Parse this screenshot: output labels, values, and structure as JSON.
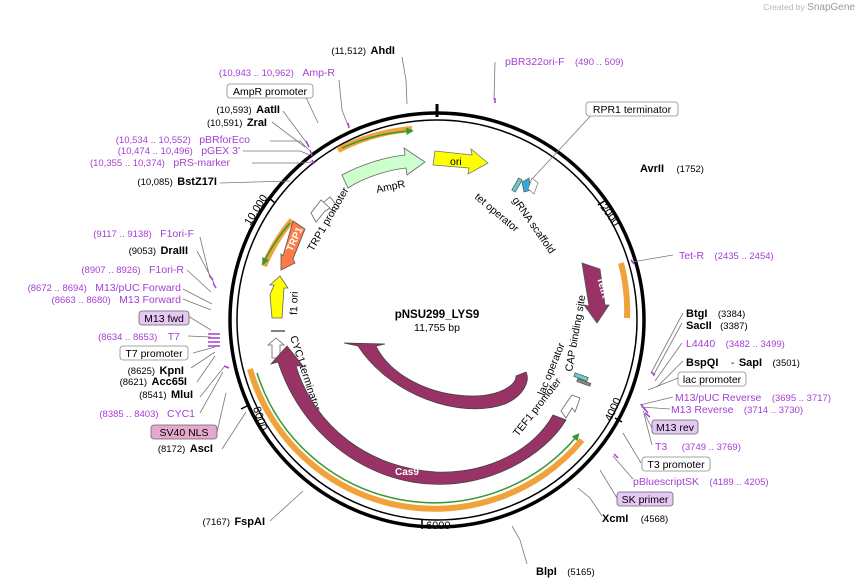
{
  "credit": {
    "prefix": "Created by",
    "brand": "SnapGene"
  },
  "plasmid": {
    "name": "pNSU299_LYS9",
    "size": "11,755 bp"
  },
  "ruler": {
    "t2000": "2000",
    "t4000": "4000",
    "t6000": "6000",
    "t8000": "8000",
    "t10000": "10,000"
  },
  "features": {
    "ori": "ori",
    "ampr": "AmpR",
    "tetr": "TetR",
    "trp1": "TRP1",
    "cas9_inner": "Cas9",
    "cas9_outer": "Cas9",
    "f1ori": "f1 ori",
    "trp1_promoter": "TRP1 promoter",
    "cyc1_terminator": "CYC1 terminator",
    "tet_operator": "tet operator",
    "grna_scaffold": "gRNA scaffold",
    "lac_operator": "lac operator",
    "cap_site": "CAP binding site",
    "tef1_promoter": "TEF1 promoter"
  },
  "sites": {
    "ahdi": {
      "pos": "(11,512)",
      "name": "AhdI"
    },
    "aatii": {
      "pos": "(10,593)",
      "name": "AatII"
    },
    "zrai": {
      "pos": "(10,591)",
      "name": "ZraI"
    },
    "bstz17i": {
      "pos": "(10,085)",
      "name": "BstZ17I"
    },
    "draiii": {
      "pos": "(9053)",
      "name": "DraIII"
    },
    "kpni": {
      "pos": "(8625)",
      "name": "KpnI"
    },
    "acc65i": {
      "pos": "(8621)",
      "name": "Acc65I"
    },
    "mlui": {
      "pos": "(8541)",
      "name": "MluI"
    },
    "asci": {
      "pos": "(8172)",
      "name": "AscI"
    },
    "fspai": {
      "pos": "(7167)",
      "name": "FspAI"
    },
    "blpi": {
      "name": "BlpI",
      "pos": "(5165)"
    },
    "xcmi": {
      "name": "XcmI",
      "pos": "(4568)"
    },
    "avrii": {
      "name": "AvrII",
      "pos": "(1752)"
    },
    "btgi": {
      "name": "BtgI",
      "pos": "(3384)"
    },
    "sacii": {
      "name": "SacII",
      "pos": "(3387)"
    },
    "bspqi": {
      "name": "BspQI",
      "sep": "-",
      "name2": "SapI",
      "pos": "(3501)"
    }
  },
  "primers": {
    "ampr": {
      "pos": "(10,943 .. 10,962)",
      "name": "Amp-R"
    },
    "pbrforeco": {
      "pos": "(10,534 .. 10,552)",
      "name": "pBRforEco"
    },
    "pgex3": {
      "pos": "(10,474 .. 10,496)",
      "name": "pGEX 3'"
    },
    "prsmarker": {
      "pos": "(10,355 .. 10,374)",
      "name": "pRS-marker"
    },
    "f1orif": {
      "pos": "(9117 .. 9138)",
      "name": "F1ori-F"
    },
    "f1orir": {
      "pos": "(8907 .. 8926)",
      "name": "F1ori-R"
    },
    "m13pucfwd": {
      "pos": "(8672 .. 8694)",
      "name": "M13/pUC Forward"
    },
    "m13fwd": {
      "pos": "(8663 .. 8680)",
      "name": "M13 Forward"
    },
    "t7": {
      "pos": "(8634 .. 8653)",
      "name": "T7"
    },
    "cyc1": {
      "pos": "(8385 .. 8403)",
      "name": "CYC1"
    },
    "pbr322": {
      "name": "pBR322ori-F",
      "pos": "(490 .. 509)"
    },
    "tetr": {
      "name": "Tet-R",
      "pos": "(2435 .. 2454)"
    },
    "l4440": {
      "name": "L4440",
      "pos": "(3482 .. 3499)"
    },
    "m13pucrev": {
      "name": "M13/pUC Reverse",
      "pos": "(3695 .. 3717)"
    },
    "m13rev": {
      "name": "M13 Reverse",
      "pos": "(3714 .. 3730)"
    },
    "t3": {
      "name": "T3",
      "pos": "(3749 .. 3769)"
    },
    "pbluescript": {
      "name": "pBluescriptSK",
      "pos": "(4189 .. 4205)"
    }
  },
  "boxes": {
    "ampr_promoter": "AmpR promoter",
    "rpr1_terminator": "RPR1 terminator",
    "m13fwd": "M13 fwd",
    "t7_promoter": "T7 promoter",
    "sv40_nls": "SV40 NLS",
    "lac_promoter": "lac promoter",
    "m13rev": "M13 rev",
    "t3_promoter": "T3 promoter",
    "sk_primer": "SK primer"
  },
  "colors": {
    "ori": "#ffff00",
    "ampr": "#ccffcc",
    "tetr": "#993366",
    "trp1": "#ff7a45",
    "cas9": "#993366",
    "primer": "#a43fd3",
    "orf_orange": "#f2a23a",
    "orf_green": "#339933",
    "box_pink": "#e6a8cc",
    "box_purple": "#e6c8f5"
  }
}
